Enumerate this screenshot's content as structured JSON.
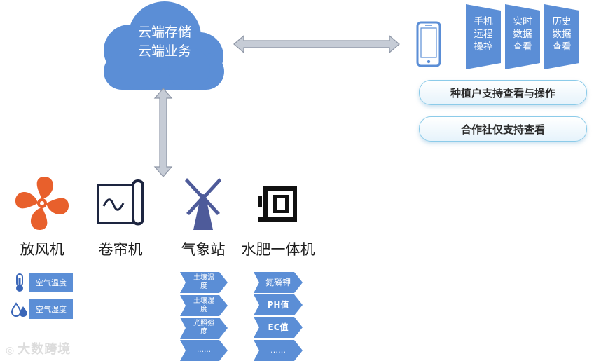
{
  "cloud": {
    "line1": "云端存储",
    "line2": "云端业务",
    "color": "#5b8ed6"
  },
  "mobile": {
    "features": [
      {
        "lines": [
          "手机",
          "远程",
          "操控"
        ]
      },
      {
        "lines": [
          "实时",
          "数据",
          "查看"
        ]
      },
      {
        "lines": [
          "历史",
          "数据",
          "查看"
        ]
      }
    ],
    "roles": [
      "种植户支持查看与操作",
      "合作社仅支持查看"
    ]
  },
  "devices": [
    {
      "name": "放风机",
      "icon": "fan-icon",
      "icon_color": "#e8602c"
    },
    {
      "name": "卷帘机",
      "icon": "curtain-roller-icon",
      "icon_color": "#1d2540"
    },
    {
      "name": "气象站",
      "icon": "windmill-icon",
      "icon_color": "#4e5b9a"
    },
    {
      "name": "水肥一体机",
      "icon": "fertigation-machine-icon",
      "icon_color": "#111111"
    }
  ],
  "fan_sensors": [
    {
      "label": "空气温度",
      "icon": "thermometer-icon"
    },
    {
      "label": "空气湿度",
      "icon": "humidity-drops-icon"
    }
  ],
  "weather_items": [
    {
      "line1": "土壤温",
      "line2": "度"
    },
    {
      "line1": "土壤湿",
      "line2": "度"
    },
    {
      "line1": "光照强",
      "line2": "度"
    },
    {
      "line1": "……",
      "line2": ""
    }
  ],
  "fertigation_items": [
    "氮磷钾",
    "PH值",
    "EC值",
    "……"
  ],
  "watermark": "大数跨境",
  "colors": {
    "primary_blue": "#5b8ed6",
    "arrow_gray": "#b9c0cc",
    "pill_border": "#8ccbe9"
  }
}
